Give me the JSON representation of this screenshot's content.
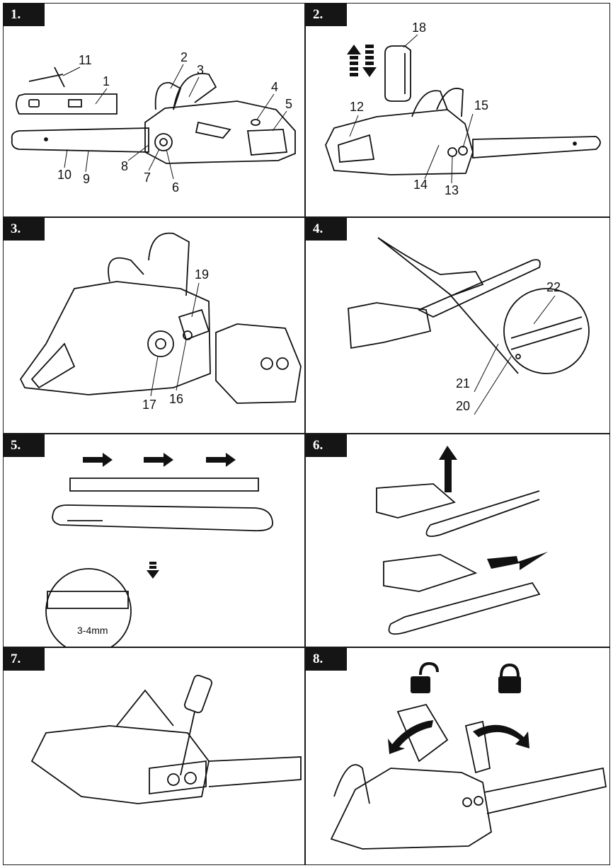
{
  "panels": [
    {
      "step": "1.",
      "labels": [
        "1",
        "2",
        "3",
        "4",
        "5",
        "6",
        "7",
        "8",
        "9",
        "10",
        "11"
      ]
    },
    {
      "step": "2.",
      "labels": [
        "12",
        "13",
        "14",
        "15",
        "18"
      ]
    },
    {
      "step": "3.",
      "labels": [
        "16",
        "17",
        "19"
      ]
    },
    {
      "step": "4.",
      "labels": [
        "20",
        "21",
        "22"
      ]
    },
    {
      "step": "5.",
      "labels": [
        "3-4mm"
      ]
    },
    {
      "step": "6.",
      "labels": []
    },
    {
      "step": "7.",
      "labels": []
    },
    {
      "step": "8.",
      "labels": []
    }
  ],
  "icons": {
    "panel2_arrows": "up-down-arrows-icon",
    "panel5_arrows": "right-arrow-icon",
    "panel6_arrows": "up-arrow-icon",
    "panel8_lock": "lock-icon",
    "panel8_unlock": "unlock-icon"
  },
  "colors": {
    "ink": "#111111",
    "badge": "#151515",
    "paper": "#ffffff"
  }
}
